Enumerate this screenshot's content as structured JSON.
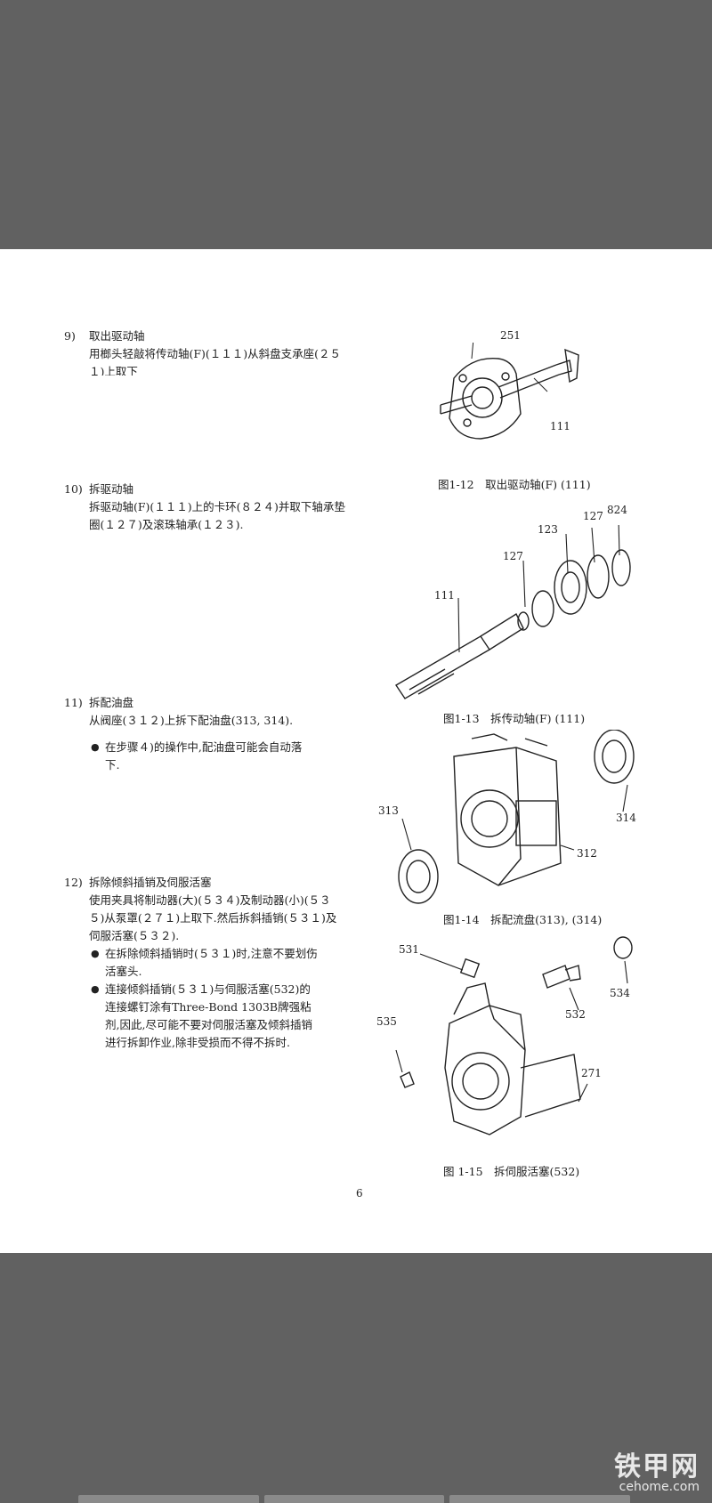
{
  "steps": [
    {
      "num": "9)",
      "title": "取出驱动轴",
      "body": "用榔头轻敲将传动轴(F)(１１１)从斜盘支承座(２５１)上取下"
    },
    {
      "num": "10)",
      "title": "拆驱动轴",
      "body": "拆驱动轴(F)(１１１)上的卡环(８２４)并取下轴承垫圈(１２７)及滚珠轴承(１２３)."
    },
    {
      "num": "11)",
      "title": "拆配油盘",
      "body": "从阀座(３１２)上拆下配油盘(313, 314).",
      "bullets": [
        "在步骤４)的操作中,配油盘可能会自动落下."
      ]
    },
    {
      "num": "12)",
      "title": "拆除倾斜插销及伺服活塞",
      "body": "使用夹具将制动器(大)(５３４)及制动器(小)(５３５)从泵罩(２７１)上取下.然后拆斜插销(５３１)及伺服活塞(５３２).",
      "bullets": [
        "在拆除倾斜插销时(５３１)时,注意不要划伤活塞头.",
        "连接倾斜插销(５３１)与伺服活塞(532)的连接螺钉涂有Three-Bond 1303B牌强粘剂,因此,尽可能不要对伺服活塞及倾斜插销进行拆卸作业,除非受损而不得不拆时."
      ]
    }
  ],
  "figures": [
    {
      "caption": "图1-12　取出驱动轴(F) (111)",
      "labels": [
        "251",
        "111"
      ]
    },
    {
      "caption": "图1-13　拆传动轴(F) (111)",
      "labels": [
        "824",
        "127",
        "123",
        "127",
        "111"
      ]
    },
    {
      "caption": "图1-14　拆配流盘(313), (314)",
      "labels": [
        "313",
        "314",
        "312"
      ]
    },
    {
      "caption": "图 1-15　拆伺服活塞(532)",
      "labels": [
        "531",
        "534",
        "532",
        "535",
        "271"
      ]
    }
  ],
  "page_number": "6",
  "watermark": {
    "cn": "铁甲网",
    "en": "cehome.com"
  }
}
